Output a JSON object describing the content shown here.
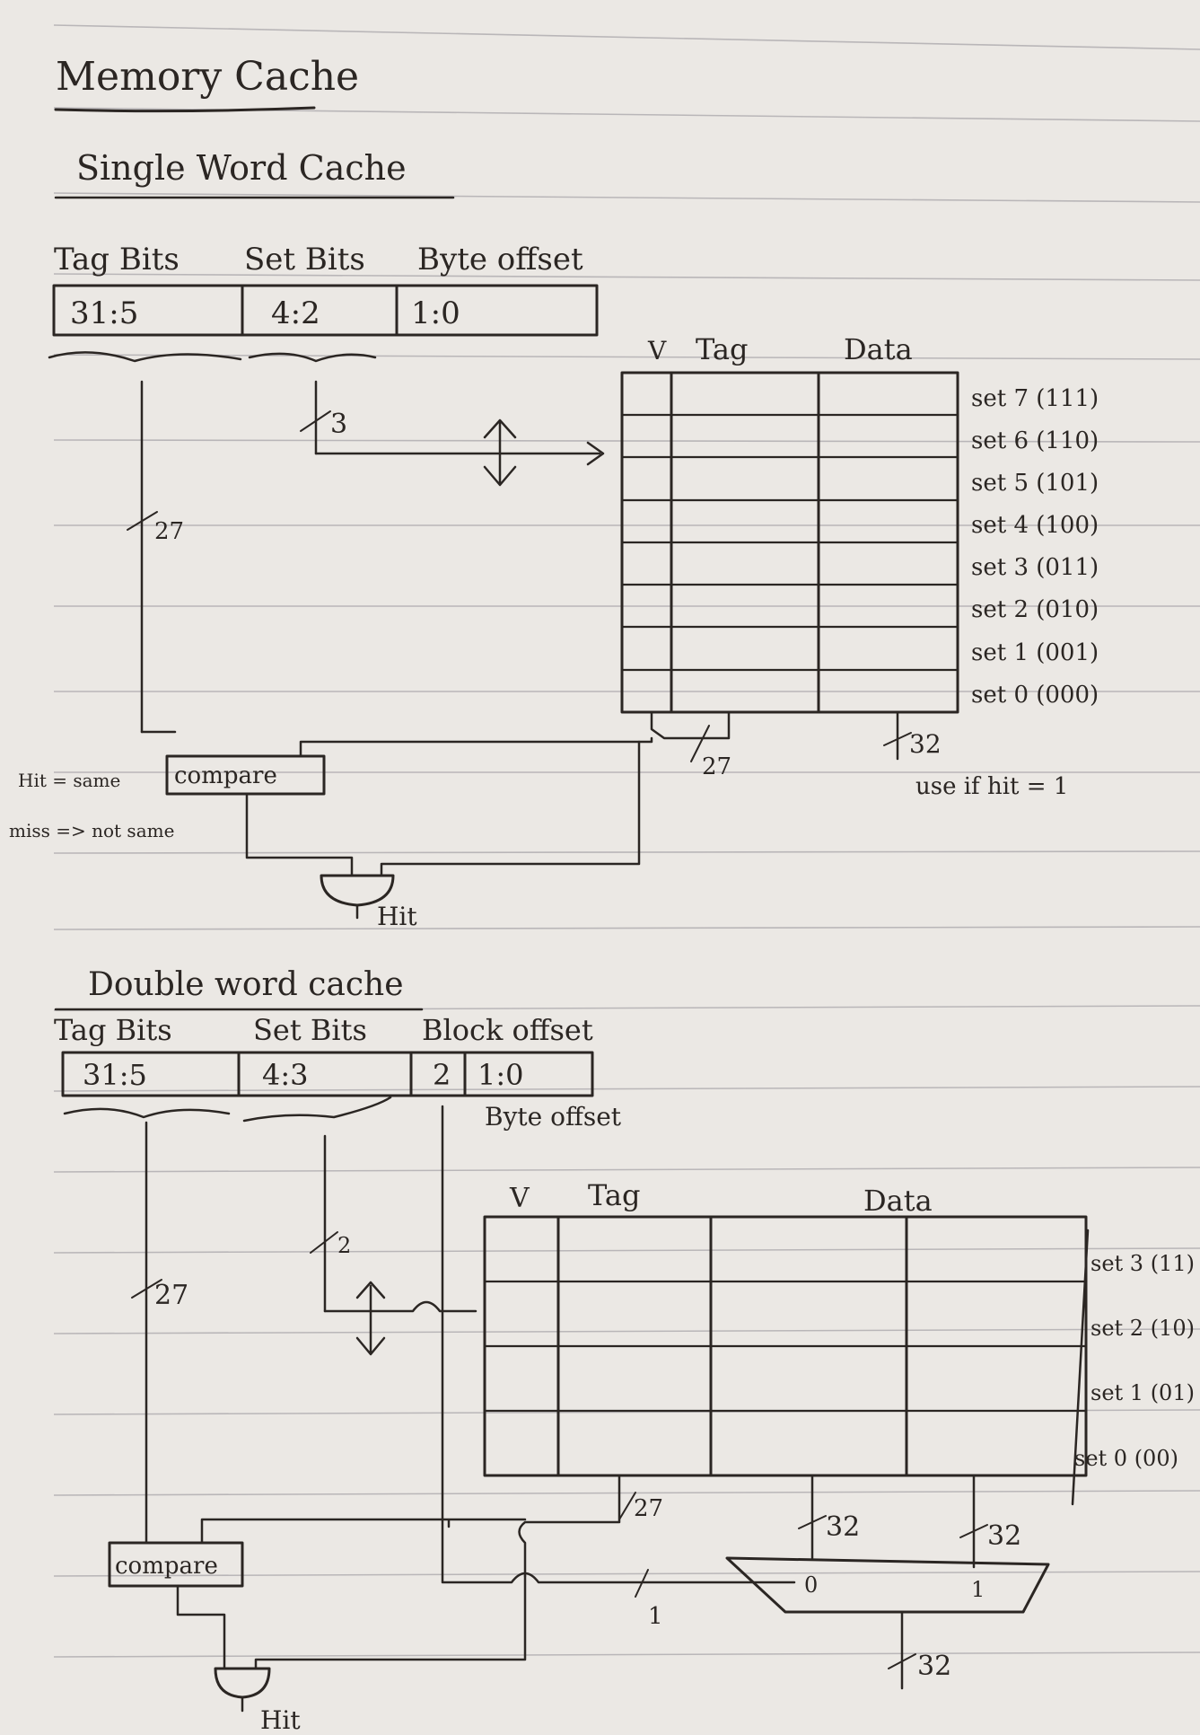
{
  "title": "Memory Cache",
  "single": {
    "heading": "Single Word Cache",
    "field_labels": [
      "Tag Bits",
      "Set Bits",
      "Byte offset"
    ],
    "fields": [
      "31:5",
      "4:2",
      "1:0"
    ],
    "set_bus_width": "3",
    "tag_bus_width": "27",
    "col_headers": [
      "V",
      "Tag",
      "Data"
    ],
    "sets": [
      "set 7 (111)",
      "set 6 (110)",
      "set 5 (101)",
      "set 4 (100)",
      "set 3 (011)",
      "set 2 (010)",
      "set 1 (001)",
      "set 0 (000)"
    ],
    "tag_out_width": "27",
    "data_out_width": "32",
    "data_note": "use if hit = 1",
    "compare_label": "compare",
    "hit_note": "Hit = same",
    "miss_note": "miss => not same",
    "hit_label": "Hit"
  },
  "double": {
    "heading": "Double word cache",
    "field_labels": [
      "Tag Bits",
      "Set Bits",
      "Block offset"
    ],
    "fields": [
      "31:5",
      "4:3",
      "2",
      "1:0"
    ],
    "byte_offset_label": "Byte offset",
    "set_bus_width": "2",
    "tag_bus_width": "27",
    "col_headers": [
      "V",
      "Tag",
      "Data"
    ],
    "sets": [
      "set 3 (11)",
      "set 2 (10)",
      "set 1 (01)",
      "set 0 (00)"
    ],
    "tag_out_width": "27",
    "data_widths": [
      "32",
      "32"
    ],
    "mux_inputs": [
      "0",
      "1"
    ],
    "select_width": "1",
    "mux_out_width": "32",
    "compare_label": "compare",
    "hit_label": "Hit"
  }
}
